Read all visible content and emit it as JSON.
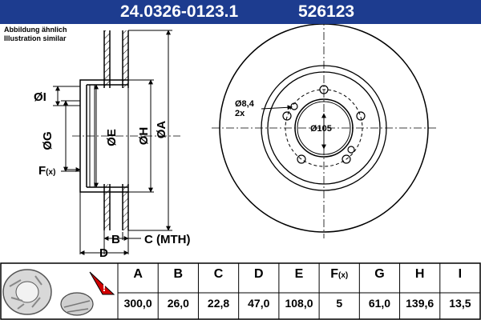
{
  "header": {
    "part_number": "24.0326-0123.1",
    "short_number": "526123",
    "accent_color": "#1d3c8f"
  },
  "notes": {
    "de": "Abbildung ähnlich",
    "en": "Illustration similar"
  },
  "drawing": {
    "side_labels": {
      "I": "ØI",
      "G": "ØG",
      "E": "ØE",
      "H": "ØH",
      "A": "ØA",
      "F": "F",
      "F_sub": "(x)",
      "B": "B",
      "C": "C (MTH)",
      "D": "D"
    },
    "front_labels": {
      "bolt_hole": "Ø8,4",
      "bolt_count": "2x",
      "pcd": "Ø105"
    }
  },
  "specs": {
    "columns": [
      {
        "key": "A",
        "label": "A",
        "value": "300,0"
      },
      {
        "key": "B",
        "label": "B",
        "value": "26,0"
      },
      {
        "key": "C",
        "label": "C",
        "value": "22,8"
      },
      {
        "key": "D",
        "label": "D",
        "value": "47,0"
      },
      {
        "key": "E",
        "label": "E",
        "value": "108,0"
      },
      {
        "key": "F",
        "label": "F",
        "label_sub": "(x)",
        "value": "5"
      },
      {
        "key": "G",
        "label": "G",
        "value": "61,0"
      },
      {
        "key": "H",
        "label": "H",
        "value": "139,6"
      },
      {
        "key": "I",
        "label": "I",
        "value": "13,5"
      }
    ]
  }
}
